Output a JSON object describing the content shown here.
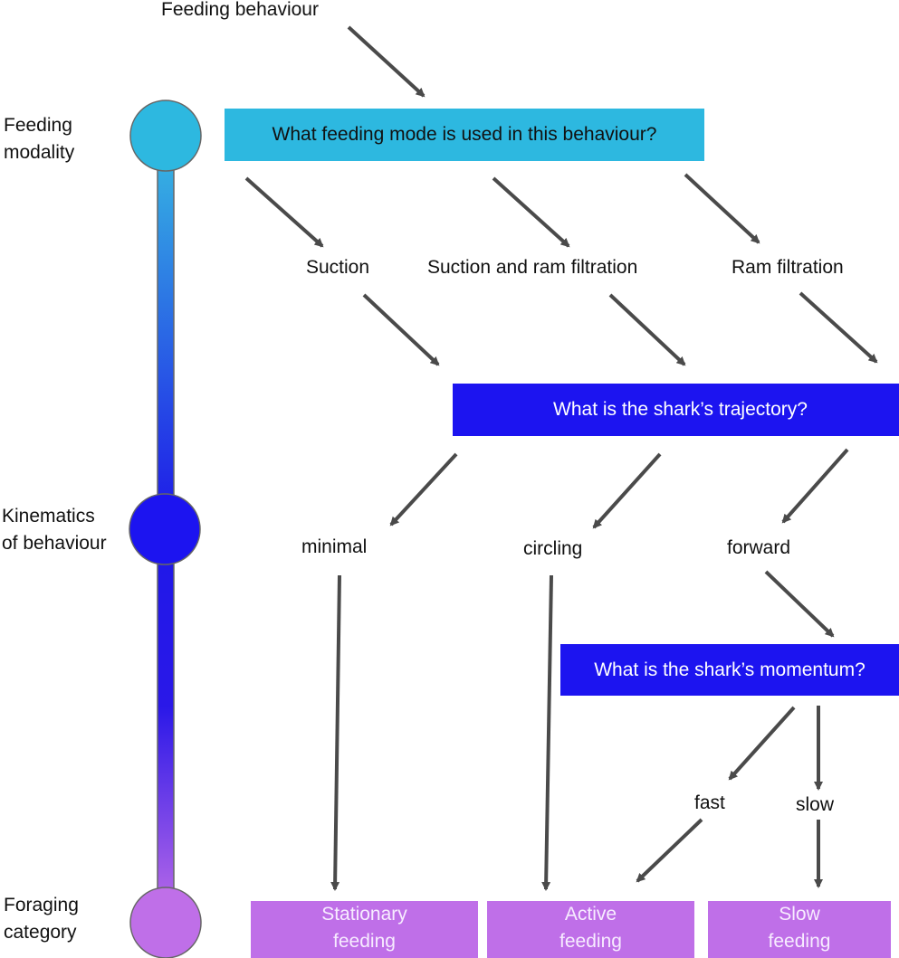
{
  "root_label": "Feeding behaviour",
  "levels": {
    "top": [
      "Feeding",
      "modality"
    ],
    "middle": [
      "Kinematics",
      "of behaviour"
    ],
    "bottom": [
      "Foraging",
      "category"
    ]
  },
  "level_colors": {
    "top": "#2db8e0",
    "middle": "#1c14f0",
    "bottom": "#bf6fe8"
  },
  "questions": {
    "mode": "What feeding mode is used in this behaviour?",
    "trajectory": "What is the shark’s trajectory?",
    "momentum": "What is the shark’s momentum?"
  },
  "modes": [
    "Suction",
    "Suction and ram filtration",
    "Ram filtration"
  ],
  "trajectories": [
    "minimal",
    "circling",
    "forward"
  ],
  "momenta": [
    "fast",
    "slow"
  ],
  "categories": [
    [
      "Stationary",
      "feeding"
    ],
    [
      "Active",
      "feeding"
    ],
    [
      "Slow",
      "feeding"
    ]
  ]
}
